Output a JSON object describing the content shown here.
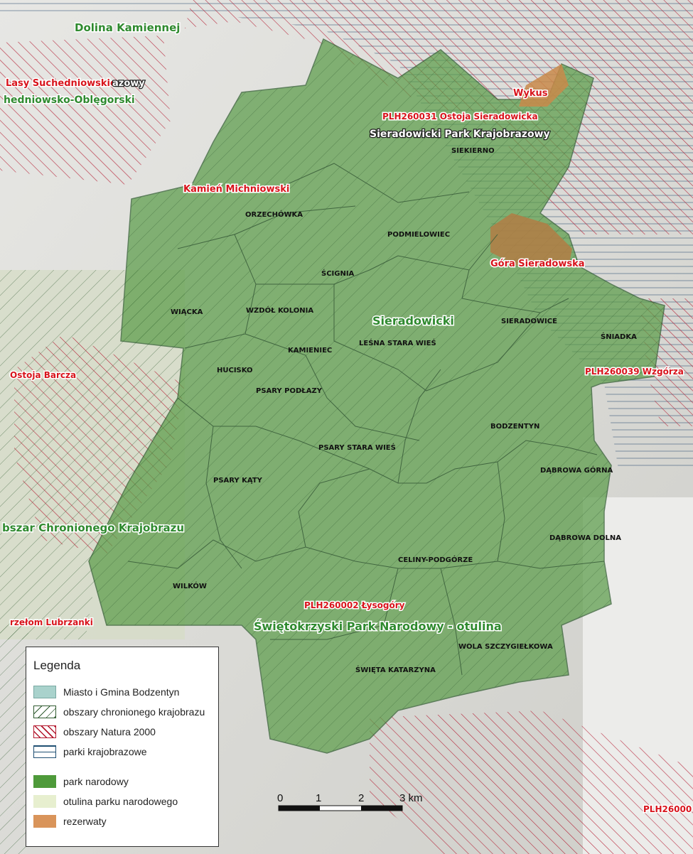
{
  "legend": {
    "title": "Legenda",
    "items": [
      {
        "label": "Miasto i Gmina Bodzentyn",
        "icon": "municipality-swatch",
        "color": "#a9d2cc"
      },
      {
        "label": "obszary chronionego krajobrazu",
        "icon": "landscape-protection-swatch",
        "color": "#2f5a2f"
      },
      {
        "label": "obszary Natura 2000",
        "icon": "natura-2000-swatch",
        "color": "#b3182e"
      },
      {
        "label": "parki krajobrazowe",
        "icon": "landscape-park-swatch",
        "color": "#1f4f73"
      },
      {
        "label": "park narodowy",
        "icon": "national-park-swatch",
        "color": "#4e9a3a"
      },
      {
        "label": "otulina parku narodowego",
        "icon": "buffer-zone-swatch",
        "color": "#e7efcf"
      },
      {
        "label": "rezerwaty",
        "icon": "reserve-swatch",
        "color": "#d9945a"
      }
    ]
  },
  "scale_bar": {
    "ticks": [
      "0",
      "1",
      "2",
      "3 km"
    ]
  },
  "villages": {
    "siekierno": "SIEKIERNO",
    "orzechowka": "ORZECHÓWKA",
    "podmielowiec": "PODMIELOWIEC",
    "scignia": "ŚCIGNIA",
    "wiacka": "WIĄCKA",
    "wzdol_kolonia": "WZDÓŁ KOLONIA",
    "kamieniec": "KAMIENIEC",
    "lesna_stara_wies": "LEŚNA STARA WIEŚ",
    "sieradowice": "SIERADOWICE",
    "sniadka": "ŚNIADKA",
    "hucisko": "HUCISKO",
    "psary_podlazy": "PSARY PODŁAZY",
    "bodzentyn": "BODZENTYN",
    "psary_stara_wies": "PSARY STARA WIEŚ",
    "psary_katy": "PSARY KĄTY",
    "dabrowa_gorna": "DĄBROWA GÓRNA",
    "dabrowa_dolna": "DĄBROWA DOLNA",
    "celiny_podgorze": "CELINY-PODGÓRZE",
    "wilkow": "WILKÓW",
    "wola_szczygielkowa": "WOLA SZCZYGIEŁKOWA",
    "swieta_katarzyna": "ŚWIĘTA KATARZYNA"
  },
  "areas": {
    "dolina_kamiennej": "Dolina Kamiennej",
    "lasy_suchedniowskie": "Lasy Suchedniowskie",
    "lasy_suffix": "azowy",
    "suchedniowsko": "hedniowsko-Oblęgorski",
    "wykus": "Wykus",
    "plh_ostoja_sieradowicka": "PLH260031 Ostoja Sieradowicka",
    "sieradowicki_park": "Sieradowicki Park Krajobrazowy",
    "kamien_michniowski": "Kamień Michniowski",
    "gora_sieradowska": "Góra Sieradowska",
    "sieradowicki": "Sieradowicki",
    "ostoja_barcza": "Ostoja Barcza",
    "plh_wzgorza": "PLH260039 Wzgórza",
    "obszar_chronionego": "bszar Chronionego Krajobrazu",
    "przelom_lubrzanki": "rzełom Lubrzanki",
    "plh_lysogory": "PLH260002 Łysogóry",
    "swietokrzyski_otulina": "Świętokrzyski Park Narodowy - otulina",
    "plh_bottom": "PLH26000"
  }
}
